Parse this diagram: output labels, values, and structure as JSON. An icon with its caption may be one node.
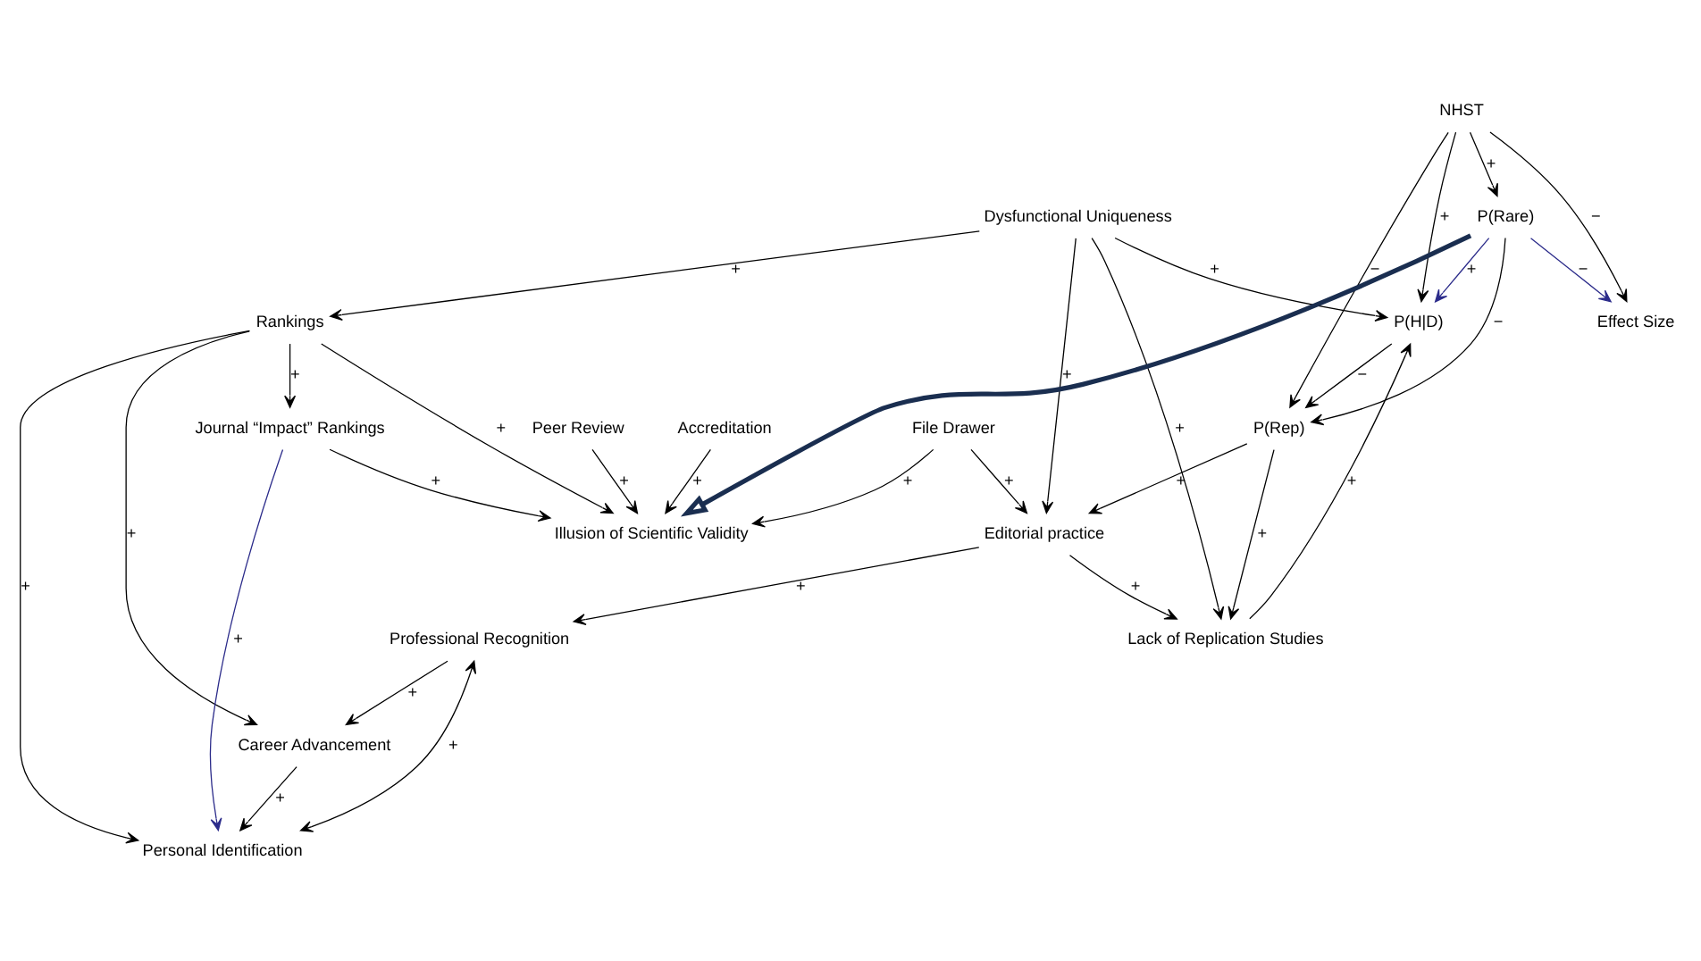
{
  "diagram": {
    "nodes": [
      {
        "text": [
          "Dysfunctional Uniqueness"
        ]
      },
      {
        "text": [
          "Rankings"
        ]
      },
      {
        "text": [
          "Personal Identification"
        ]
      },
      {
        "text": [
          "Journal “Impact” Rankings"
        ]
      },
      {
        "text": [
          "P(H|D)"
        ]
      },
      {
        "text": [
          "Lack of Replication Studies"
        ]
      },
      {
        "text": [
          "P(Rep)"
        ]
      },
      {
        "text": [
          "NHST"
        ]
      },
      {
        "text": [
          "P(Rare)"
        ]
      },
      {
        "text": [
          "Effect Size"
        ]
      },
      {
        "text": [
          "Illusion of Scientific Validity"
        ]
      },
      {
        "text": [
          "Peer Review"
        ]
      },
      {
        "text": [
          "Editorial practice"
        ]
      },
      {
        "text": [
          "Accreditation"
        ]
      },
      {
        "text": [
          "Professional Recognition"
        ]
      },
      {
        "text": [
          "File Drawer"
        ]
      },
      {
        "text": [
          "Career Advancement"
        ]
      }
    ],
    "edges": [
      {
        "from": 0,
        "to": 4,
        "arrow": "to",
        "label": "+"
      },
      {
        "from": 0,
        "to": 5,
        "arrow": "to",
        "label": "+"
      },
      {
        "from": 0,
        "to": 1,
        "arrow": "to",
        "label": "+"
      },
      {
        "from": 0,
        "to": 12,
        "arrow": "to",
        "label": "+"
      },
      {
        "from": 14,
        "to": 2,
        "arrow": "both",
        "label": "+"
      },
      {
        "from": 1,
        "to": 2,
        "arrow": "to",
        "label": "+"
      },
      {
        "from": 1,
        "to": 3,
        "arrow": "to",
        "label": "+"
      },
      {
        "from": 3,
        "to": 2,
        "arrow": "to",
        "label": "+",
        "color": "#2b2b8a"
      },
      {
        "from": 1,
        "to": 10,
        "arrow": "to",
        "label": "+"
      },
      {
        "from": 3,
        "to": 10,
        "arrow": "to",
        "label": "+"
      },
      {
        "from": 1,
        "to": 16,
        "arrow": "to",
        "label": "+"
      },
      {
        "from": 16,
        "to": 2,
        "arrow": "to",
        "label": "+"
      },
      {
        "from": 5,
        "to": 4,
        "arrow": "to",
        "label": "+"
      },
      {
        "from": 4,
        "to": 6,
        "arrow": "to",
        "label": "−"
      },
      {
        "from": 7,
        "to": 4,
        "arrow": "to",
        "label": "+"
      },
      {
        "from": 7,
        "to": 6,
        "arrow": "to",
        "label": "−"
      },
      {
        "from": 7,
        "to": 8,
        "arrow": "to",
        "label": "+"
      },
      {
        "from": 7,
        "to": 9,
        "arrow": "to",
        "label": "−"
      },
      {
        "from": 8,
        "to": 4,
        "arrow": "to",
        "label": "+",
        "color": "#2b2b8a"
      },
      {
        "from": 8,
        "to": 9,
        "arrow": "to",
        "label": "−",
        "color": "#2b2b8a"
      },
      {
        "from": 8,
        "to": 6,
        "arrow": "to",
        "label": "−"
      },
      {
        "from": 6,
        "to": 5,
        "arrow": "to",
        "label": "+"
      },
      {
        "from": 6,
        "to": 12,
        "arrow": "to",
        "label": "+"
      },
      {
        "from": 12,
        "to": 5,
        "arrow": "to",
        "label": "+"
      },
      {
        "from": 12,
        "to": 14,
        "arrow": "to",
        "label": "+"
      },
      {
        "from": 15,
        "to": 12,
        "arrow": "to",
        "label": "+"
      },
      {
        "from": 15,
        "to": 10,
        "arrow": "to",
        "label": "+"
      },
      {
        "from": 13,
        "to": 10,
        "arrow": "to",
        "label": "+"
      },
      {
        "from": 11,
        "to": 10,
        "arrow": "to",
        "label": "+"
      },
      {
        "from": 14,
        "to": 16,
        "arrow": "to",
        "label": "+"
      },
      {
        "from": 8,
        "to": 10,
        "arrow": "to",
        "style": "thick",
        "color": "#1a2e50"
      }
    ]
  }
}
